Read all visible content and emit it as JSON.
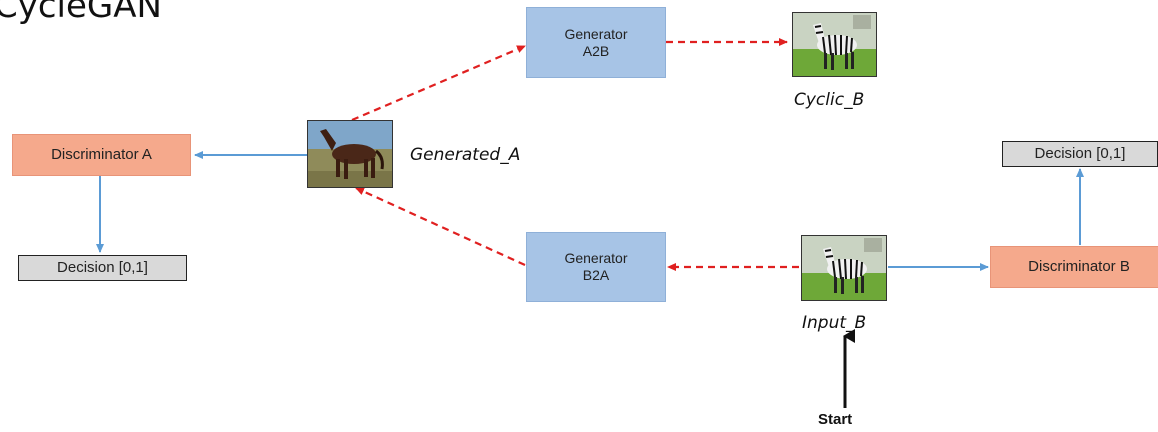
{
  "title": "CycleGAN",
  "generators": {
    "a2b": "Generator\nA2B",
    "b2a": "Generator\nB2A"
  },
  "discriminators": {
    "a": "Discriminator A",
    "b": "Discriminator B"
  },
  "decisions": {
    "a": "Decision [0,1]",
    "b": "Decision [0,1]"
  },
  "captions": {
    "generated_a": "Generated_A",
    "cyclic_b": "Cyclic_B",
    "input_b": "Input_B"
  },
  "start": "Start",
  "colors": {
    "generator": "#a7c4e6",
    "discriminator": "#f5a98c",
    "decision": "#d9d9d9",
    "dashed_arrow": "#e02020",
    "solid_arrow": "#5b9bd5",
    "start_arrow": "#111111"
  },
  "images": {
    "generated_a": "horse-photo",
    "cyclic_b": "zebra-photo",
    "input_b": "zebra-photo"
  }
}
